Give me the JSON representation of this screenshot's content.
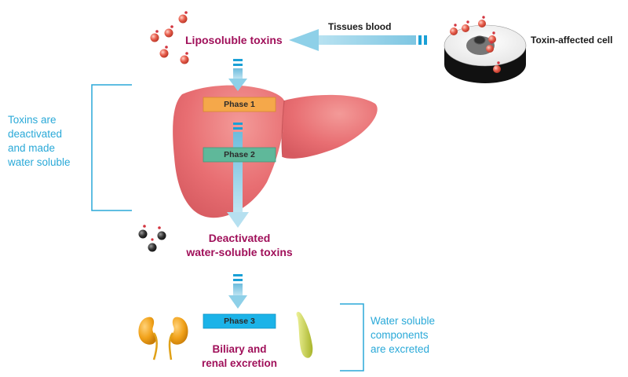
{
  "labels": {
    "tissues_blood": "Tissues blood",
    "toxin_cell": "Toxin-affected cell",
    "liposoluble": "Liposoluble toxins",
    "deactivated_line1": "Deactivated",
    "deactivated_line2": "water-soluble toxins",
    "excretion_line1": "Biliary and",
    "excretion_line2": "renal excretion"
  },
  "phases": {
    "phase1": "Phase 1",
    "phase2": "Phase 2",
    "phase3": "Phase 3"
  },
  "annotations": {
    "left": [
      "Toxins are",
      "deactivated",
      "and made",
      "water soluble"
    ],
    "right": [
      "Water soluble",
      "components",
      "are excreted"
    ]
  },
  "colors": {
    "liver": "#e86e72",
    "phase1": "#f5a84a",
    "phase2": "#5fb89a",
    "phase3": "#1bb3e8",
    "arrow": "#9fd6ea",
    "bracket": "#2aa9d8",
    "magenta_text": "#a0105a",
    "kidney": "#f1a21a",
    "gallbladder": "#c8d24a",
    "toxin_red": "#e25b4b",
    "toxin_dark": "#2b2b2b"
  },
  "icons": [
    "toxin-molecule-icon",
    "liver-icon",
    "cell-icon",
    "kidney-icon",
    "gallbladder-icon",
    "deactivated-molecule-icon"
  ]
}
